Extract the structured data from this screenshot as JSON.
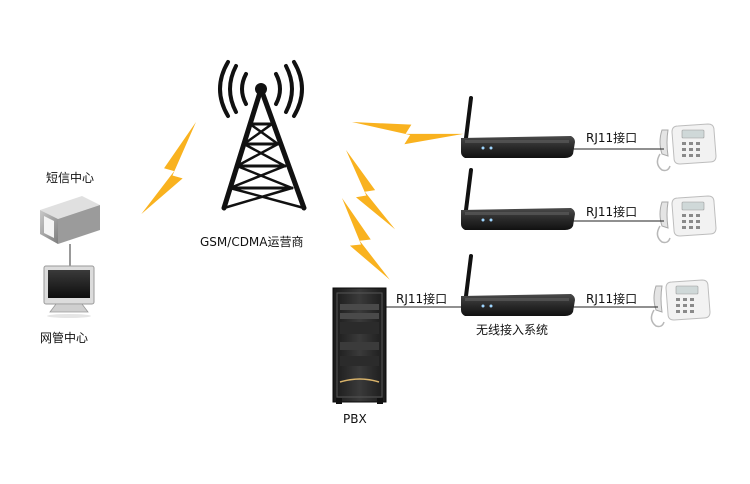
{
  "labels": {
    "sms_center": "短信中心",
    "network_mgmt_center": "网管中心",
    "operator": "GSM/CDMA运营商",
    "rj11_router_1": "RJ11接口",
    "rj11_router_2": "RJ11接口",
    "rj11_router_3": "RJ11接口",
    "rj11_pbx": "RJ11接口",
    "wireless_access_system": "无线接入系统",
    "pbx": "PBX"
  },
  "colors": {
    "bolt": "#f9b21f",
    "tower": "#111111",
    "router_body": "#2b2b2b",
    "line": "#222222"
  }
}
